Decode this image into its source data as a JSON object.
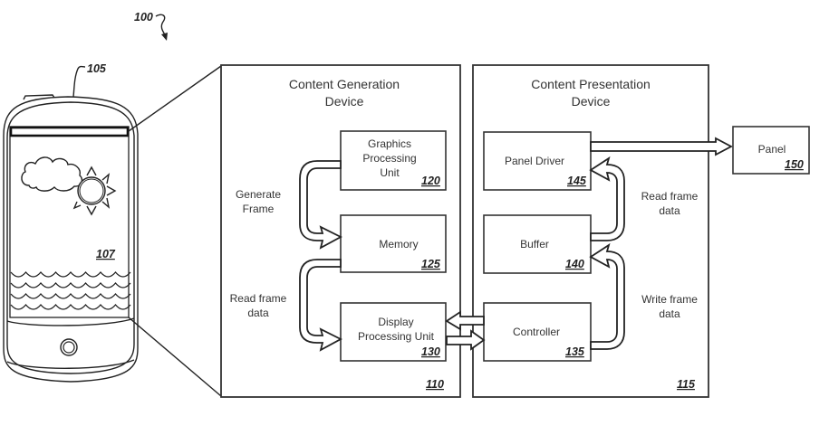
{
  "figure": {
    "ref": "100",
    "phone": {
      "ref": "105",
      "screen_ref": "107"
    }
  },
  "content_generation_device": {
    "title_line1": "Content Generation",
    "title_line2": "Device",
    "ref": "110",
    "gpu": {
      "line1": "Graphics",
      "line2": "Processing",
      "line3": "Unit",
      "ref": "120"
    },
    "memory": {
      "label": "Memory",
      "ref": "125"
    },
    "dpu": {
      "line1": "Display",
      "line2": "Processing Unit",
      "ref": "130"
    },
    "arrow_generate": {
      "line1": "Generate",
      "line2": "Frame"
    },
    "arrow_read": {
      "line1": "Read frame",
      "line2": "data"
    }
  },
  "content_presentation_device": {
    "title_line1": "Content Presentation",
    "title_line2": "Device",
    "ref": "115",
    "panel_driver": {
      "label": "Panel Driver",
      "ref": "145"
    },
    "buffer": {
      "label": "Buffer",
      "ref": "140"
    },
    "controller": {
      "label": "Controller",
      "ref": "135"
    },
    "arrow_read": {
      "line1": "Read frame",
      "line2": "data"
    },
    "arrow_write": {
      "line1": "Write frame",
      "line2": "data"
    }
  },
  "panel": {
    "label": "Panel",
    "ref": "150"
  }
}
